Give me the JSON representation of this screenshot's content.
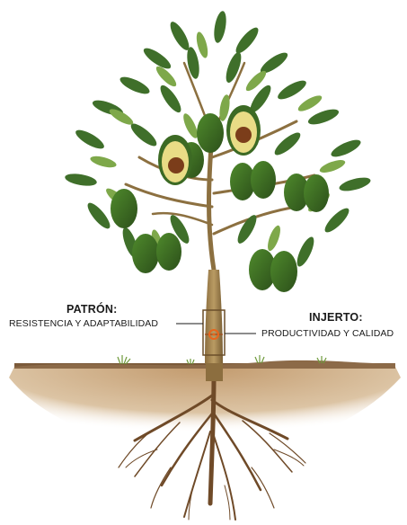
{
  "labels": {
    "rootstock": {
      "title": "PATRÓN:",
      "subtitle": "RESISTENCIA Y ADAPTABILIDAD"
    },
    "scion": {
      "title": "INJERTO:",
      "subtitle": "PRODUCTIVIDAD Y CALIDAD"
    }
  },
  "colors": {
    "leaf_dark": "#3f6f2a",
    "leaf_light": "#7ea84a",
    "fruit_skin": "#3c6a24",
    "fruit_flesh": "#e9dc86",
    "fruit_pit": "#7b3d1a",
    "trunk": "#a88a55",
    "soil": "#c9a57d",
    "roots": "#6f4a28",
    "graft_marker": "#e8651c"
  }
}
